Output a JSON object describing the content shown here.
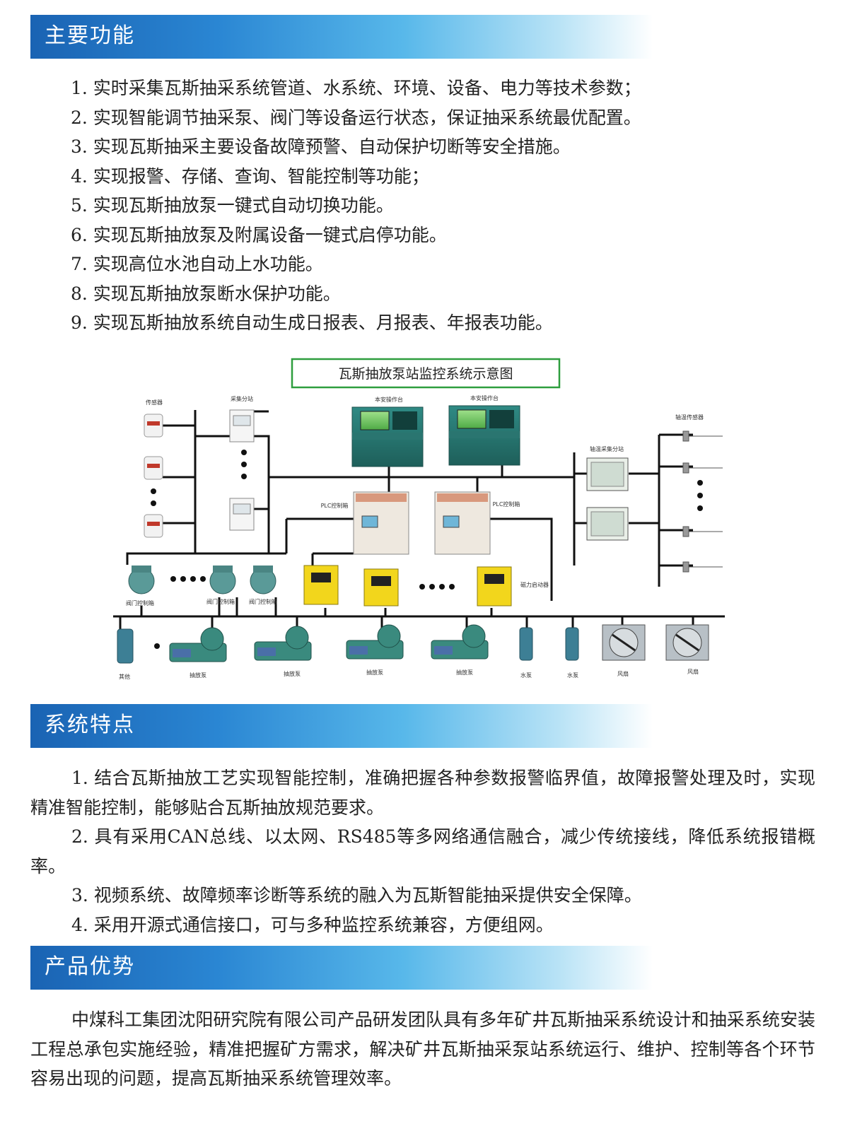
{
  "section1": {
    "title": "主要功能",
    "items": [
      "1. 实时采集瓦斯抽采系统管道、水系统、环境、设备、电力等技术参数；",
      "2. 实现智能调节抽采泵、阀门等设备运行状态，保证抽采系统最优配置。",
      "3. 实现瓦斯抽采主要设备故障预警、自动保护切断等安全措施。",
      "4. 实现报警、存储、查询、智能控制等功能；",
      "5. 实现瓦斯抽放泵一键式自动切换功能。",
      "6. 实现瓦斯抽放泵及附属设备一键式启停功能。",
      "7. 实现高位水池自动上水功能。",
      "8. 实现瓦斯抽放泵断水保护功能。",
      "9. 实现瓦斯抽放系统自动生成日报表、月报表、年报表功能。"
    ]
  },
  "diagram": {
    "title": "瓦斯抽放泵站监控系统示意图",
    "labels": {
      "sensor": "传感器",
      "collect_sub": "采集分站",
      "op_desk_1": "本安操作台",
      "op_desk_2": "本安操作台",
      "plc_1": "PLC控制箱",
      "plc_2": "PLC控制箱",
      "bearing_sub": "轴温采集分站",
      "bearing_sensor": "轴温传感器",
      "valve_1": "阀门控制箱",
      "valve_2": "阀门控制箱",
      "valve_3": "阀门控制箱",
      "starter": "磁力启动器",
      "other": "其他",
      "pump_1": "抽放泵",
      "pump_2": "抽放泵",
      "pump_3": "抽放泵",
      "pump_4": "抽放泵",
      "water_pump_1": "水泵",
      "water_pump_2": "水泵",
      "fan_1": "风扇",
      "fan_2": "风扇"
    }
  },
  "section2": {
    "title": "系统特点",
    "paragraphs": [
      "1. 结合瓦斯抽放工艺实现智能控制，准确把握各种参数报警临界值，故障报警处理及时，实现精准智能控制，能够贴合瓦斯抽放规范要求。",
      "2. 具有采用CAN总线、以太网、RS485等多网络通信融合，减少传统接线，降低系统报错概率。",
      "3. 视频系统、故障频率诊断等系统的融入为瓦斯智能抽采提供安全保障。",
      "4. 采用开源式通信接口，可与多种监控系统兼容，方便组网。"
    ]
  },
  "section3": {
    "title": "产品优势",
    "paragraph": "中煤科工集团沈阳研究院有限公司产品研发团队具有多年矿井瓦斯抽采系统设计和抽采系统安装工程总承包实施经验，精准把握矿方需求，解决矿井瓦斯抽采泵站系统运行、维护、控制等各个环节容易出现的问题，提高瓦斯抽采系统管理效率。"
  },
  "colors": {
    "band_start": "#1a63b3",
    "band_end": "#b9e3f6",
    "diagram_title_border": "#2e9e3e",
    "starter_yellow": "#f2d61c",
    "valve_teal": "#5a9a98"
  }
}
